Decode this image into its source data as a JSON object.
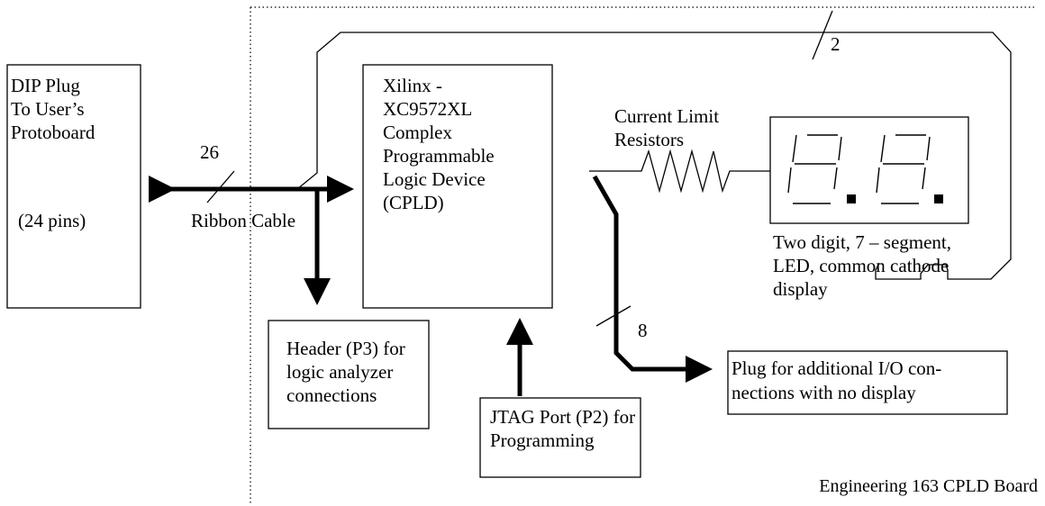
{
  "dip_box": {
    "lines": [
      "DIP Plug",
      "To User’s",
      "Protoboard",
      "(24 pins)"
    ]
  },
  "cpld_box": {
    "lines": [
      "Xilinx -",
      "XC9572XL",
      "Complex",
      "Programmable",
      "Logic Device",
      "(CPLD)"
    ]
  },
  "header_box": {
    "lines": [
      "Header (P3) for",
      "logic analyzer",
      "connections"
    ]
  },
  "jtag_box": {
    "lines": [
      "JTAG Port (P2) for",
      "Programming"
    ]
  },
  "plug_box": {
    "lines": [
      "Plug for additional I/O con-",
      "nections with no display"
    ]
  },
  "resistor_label": {
    "lines": [
      "Current Limit",
      "Resistors"
    ]
  },
  "led_label": {
    "lines": [
      "Two digit, 7 – segment,",
      "LED, common cathode",
      "display"
    ]
  },
  "bus_labels": {
    "ribbon_width": "26",
    "ribbon_name": "Ribbon Cable",
    "io_width": "8",
    "feedback_width": "2"
  },
  "board_title": "Engineering 163 CPLD Board"
}
